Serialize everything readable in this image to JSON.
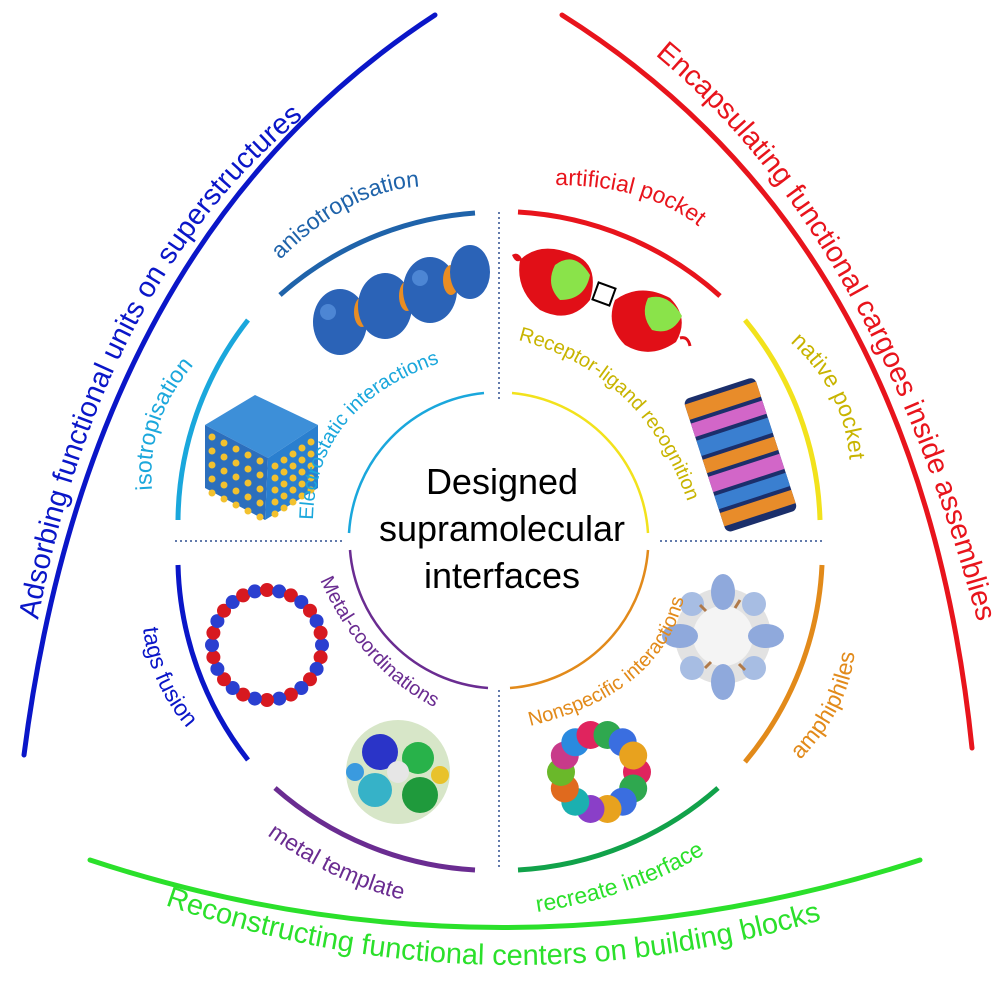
{
  "colors": {
    "blue": "#0a16c8",
    "red": "#e8141c",
    "green": "#2be02b",
    "steel": "#1f63aa",
    "sky": "#1aa7dc",
    "yellow": "#f2e21c",
    "mustard": "#c8b400",
    "orange": "#e28a1a",
    "purple": "#6a2c91",
    "darkgreen": "#11a24a",
    "divider": "#2f4f8f"
  },
  "center": {
    "line1": "Designed",
    "line2": "supramolecular",
    "line3": "interfaces"
  },
  "outer_labels": {
    "left": "Adsorbing functional units on superstructures",
    "right": "Encapsulating functional cargoes inside assemblies",
    "bottom": "Reconstructing functional centers on building blocks"
  },
  "middle_labels": {
    "anisotropisation": "anisotropisation",
    "isotropisation": "isotropisation",
    "artificial_pocket": "artificial pocket",
    "native_pocket": "native pocket",
    "tags_fusion": "tags fusion",
    "metal_template": "metal template",
    "amphiphiles": "amphiphiles",
    "recreate_interface": "recreate interface"
  },
  "inner_labels": {
    "electrostatic": "Electrostatic interactions",
    "receptor": "Receptor-ligand recognition",
    "metal": "Metal-coordinations",
    "nonspecific": "Nonspecific interactions"
  }
}
